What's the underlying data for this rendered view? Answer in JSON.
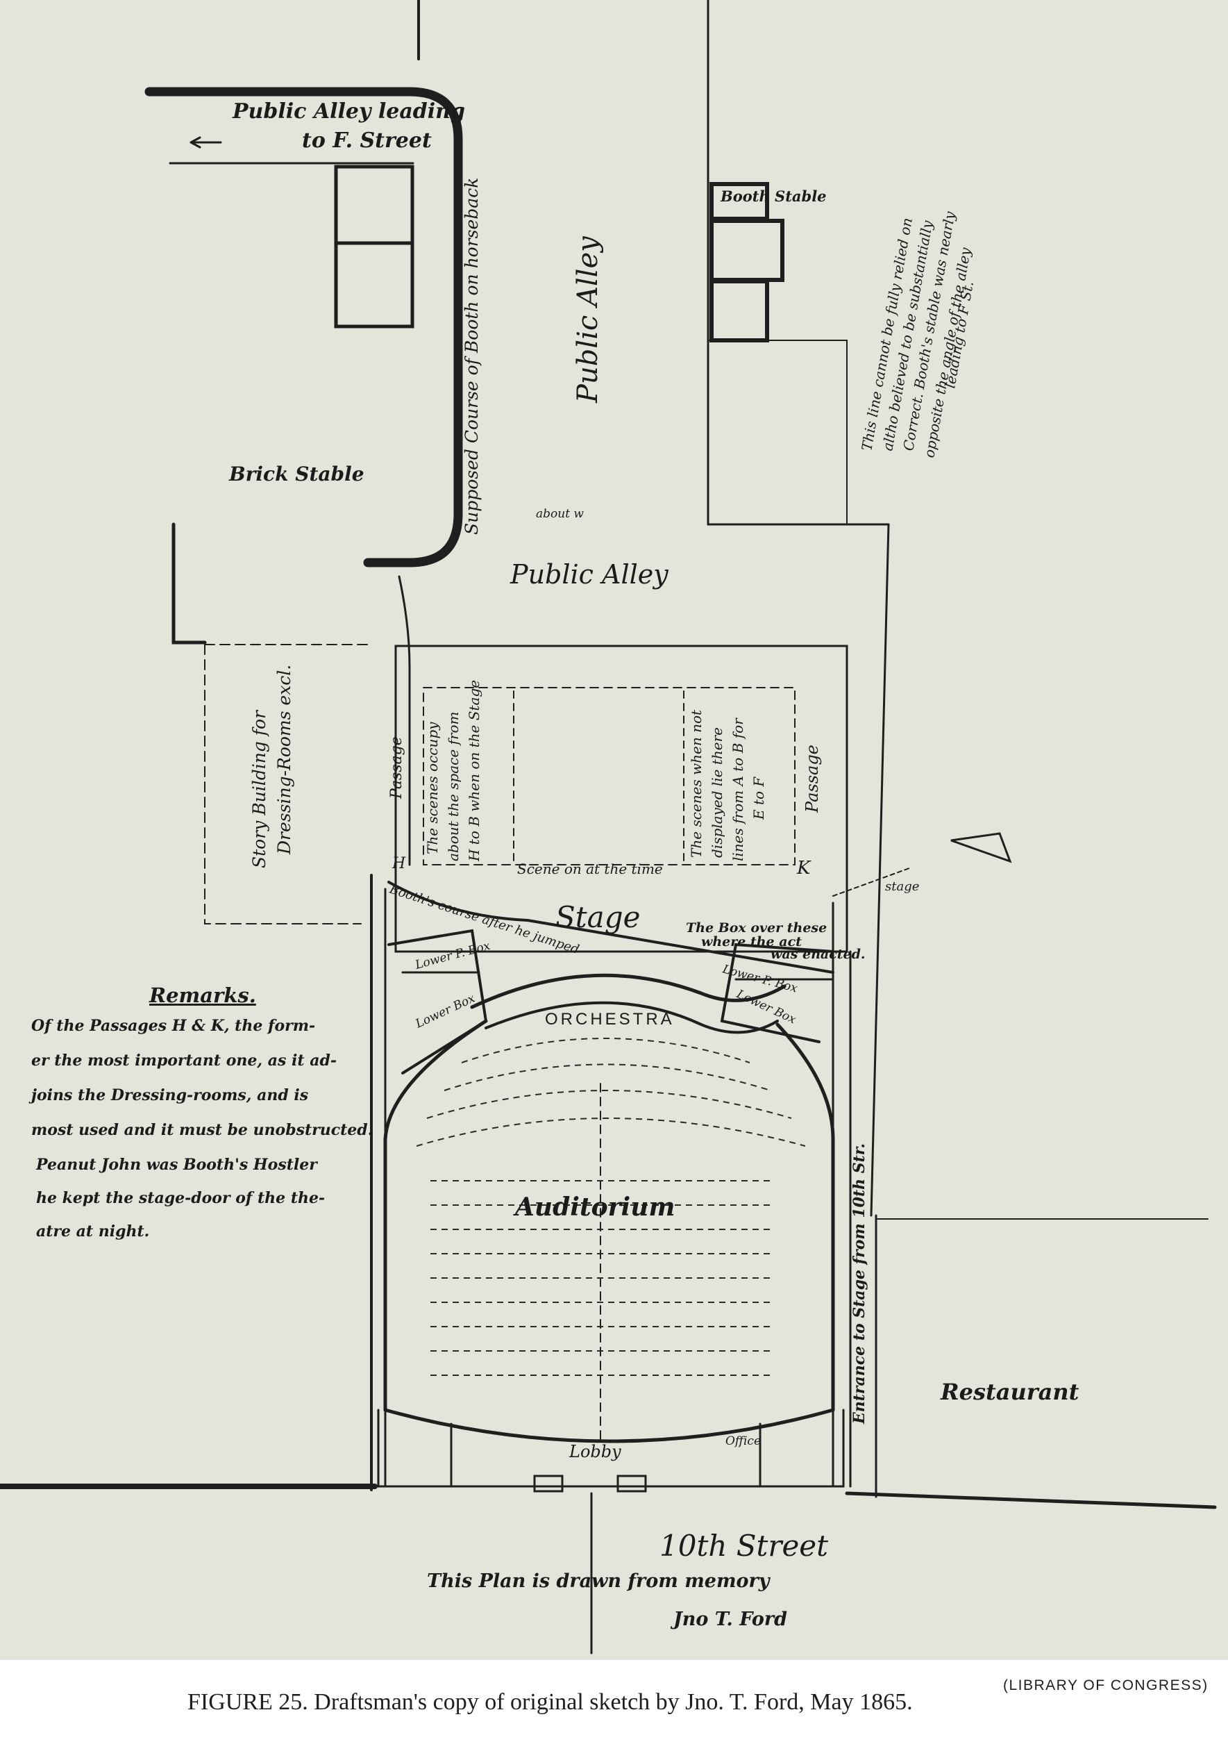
{
  "plan_labels": {
    "alley_to_f_street_1": "Public Alley leading",
    "alley_to_f_street_2": "to F. Street",
    "booth_course": "Supposed Course of Booth on horseback",
    "public_alley_vertical": "Public Alley",
    "booth_stable": "Booth Stable",
    "brick_stable": "Brick Stable",
    "about_note": "about w",
    "public_alley_horizontal": "Public Alley",
    "side_note_1": "This line cannot be fully relied on",
    "side_note_2": "altho believed to be substantially",
    "side_note_3": "Correct. Booth's stable was nearly",
    "side_note_4": "opposite the angle of the alley",
    "side_note_5": "leading to F St.",
    "dressing_1": "Story Building for",
    "dressing_2": "Dressing-Rooms excl.",
    "passage_left": "Passage",
    "passage_right": "Passage",
    "scene_left_1": "The scenes occupy",
    "scene_left_2": "about the space from",
    "scene_left_3": "H to B when on the Stage",
    "scene_right_1": "The scenes when not",
    "scene_right_2": "displayed lie there",
    "scene_right_3": "lines from A to B for",
    "scene_right_4": "E to F",
    "scene_on": "Scene on at the time",
    "letter_h": "H",
    "letter_k": "K",
    "stage": "Stage",
    "booth_stage_course": "Booth's course after he jumped",
    "box_note_1": "The Box over these",
    "box_note_2": "where the act",
    "box_note_3": "was enacted.",
    "stage_door": "stage",
    "lower_box_1": "Lower P. Box",
    "lower_box_2": "Lower Box",
    "lower_box_3": "Lower P. Box",
    "lower_box_4": "Lower Box",
    "orchestra": "ORCHESTRA",
    "auditorium": "Auditorium",
    "lobby": "Lobby",
    "office": "Office",
    "entrance": "Entrance to Stage from 10th Str.",
    "restaurant": "Restaurant",
    "remarks_title": "Remarks.",
    "remarks_1": "Of the Passages H & K, the form-",
    "remarks_2": "er the most important one, as it ad-",
    "remarks_3": "joins the Dressing-rooms, and is",
    "remarks_4": "most used and it must be unobstructed.",
    "remarks_5": "Peanut John was Booth's Hostler",
    "remarks_6": "he kept the stage-door of the the-",
    "remarks_7": "atre at night.",
    "street": "10th Street",
    "drawn_note": "This Plan is drawn from memory",
    "signature": "Jno T. Ford"
  },
  "caption": {
    "text": "FIGURE 25. Draftsman's copy of original sketch by Jno. T. Ford, May 1865.",
    "credit": "(LIBRARY OF CONGRESS)"
  }
}
